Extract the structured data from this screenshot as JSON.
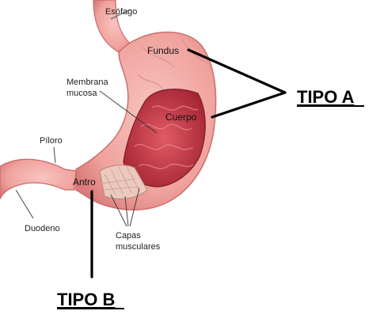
{
  "labels": {
    "esofago": "Esófago",
    "fundus": "Fundus",
    "membrana_line1": "Membrana",
    "membrana_line2": "mucosa",
    "cuerpo": "Cuerpo",
    "piloro": "Píloro",
    "antro": "Antro",
    "duodeno": "Duodeno",
    "capas_line1": "Capas",
    "capas_line2": "musculares"
  },
  "annotations": {
    "tipo_a": "TIPO A",
    "tipo_b": "TIPO B"
  },
  "colors": {
    "stomach_outer": "#f2a7a3",
    "stomach_edge": "#c96a6a",
    "mucosa": "#c23a45",
    "mucosa_dark": "#8e1f2c",
    "muscle": "#e9c3b8",
    "annotation_line": "#000000"
  }
}
